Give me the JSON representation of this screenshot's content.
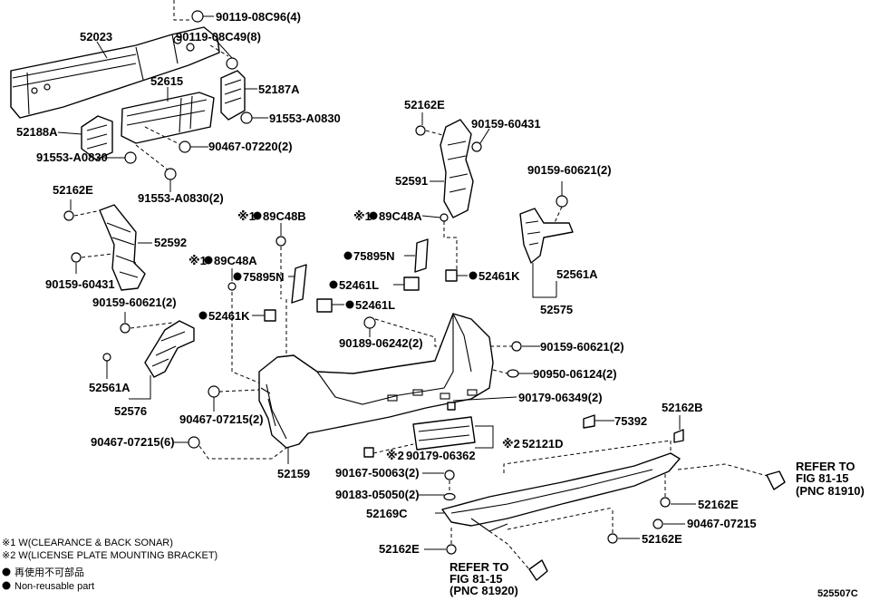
{
  "parts": {
    "p90119_08c96": "90119-08C96(4)",
    "p52023": "52023",
    "p90119_08c49": "90119-08C49(8)",
    "p52615": "52615",
    "p52187a": "52187A",
    "p52188a": "52188A",
    "p91553_a0830_r": "91553-A0830",
    "p90467_07220": "90467-07220(2)",
    "p91553_a0830_l": "91553-A0830",
    "p91553_a0830_2": "91553-A0830(2)",
    "p52162e_top": "52162E",
    "p90159_60431_top": "90159-60431",
    "p52591": "52591",
    "p90159_60621_r": "90159-60621(2)",
    "p52162e_left": "52162E",
    "p52592": "52592",
    "p90159_60431_left": "90159-60431",
    "p89c48b": "89C48B",
    "p89c48a_top": "89C48A",
    "p75895n_r": "75895N",
    "p52461l_top": "52461L",
    "p52461k_r": "52461K",
    "p52561a_r": "52561A",
    "p52575": "52575",
    "p89c48a_left": "89C48A",
    "p75895n_l": "75895N",
    "p52461l_mid": "52461L",
    "p90159_60621_l": "90159-60621(2)",
    "p52461k_l": "52461K",
    "p90189_06242": "90189-06242(2)",
    "p90159_60621_mid": "90159-60621(2)",
    "p52561a_l": "52561A",
    "p52576": "52576",
    "p90950_06124": "90950-06124(2)",
    "p90179_06349": "90179-06349(2)",
    "p90467_07215_2": "90467-07215(2)",
    "p52162b": "52162B",
    "p75392": "75392",
    "p90467_07215_6": "90467-07215(6)",
    "p90179_06362": "90179-06362",
    "p52121d": "52121D",
    "p52159": "52159",
    "p90167_50063": "90167-50063(2)",
    "p90183_05050": "90183-05050(2)",
    "p52169c": "52169C",
    "p52162e_low1": "52162E",
    "p90467_07215_single": "90467-07215",
    "p52162e_low2": "52162E",
    "p52162e_bottom": "52162E"
  },
  "refs": {
    "refer_right_1": "REFER TO",
    "refer_right_2": "FIG 81-15",
    "refer_right_3": "(PNC 81910)",
    "refer_bottom_1": "REFER TO",
    "refer_bottom_2": "FIG 81-15",
    "refer_bottom_3": "(PNC 81920)"
  },
  "marks": {
    "note1": "※1",
    "note2": "※2"
  },
  "legend": {
    "note1_text": "※1 W(CLEARANCE & BACK SONAR)",
    "note2_text": "※2 W(LICENSE PLATE MOUNTING BRACKET)",
    "nonreusable_jp": "再使用不可部品",
    "nonreusable_en": "Non-reusable part"
  },
  "code": "525507C"
}
